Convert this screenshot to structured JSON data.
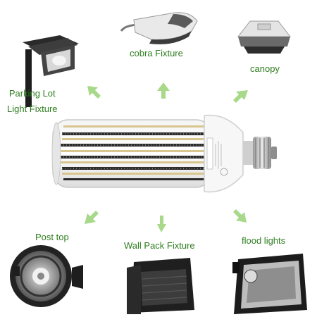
{
  "labels": {
    "cobra": "cobra Fixture",
    "canopy": "canopy",
    "parking_line1": "Parking Lot",
    "parking_line2": "Light Fixture",
    "post_top": "Post top",
    "wall_pack": "Wall Pack Fixture",
    "flood": "flood lights"
  },
  "icons": {
    "bulb": "led-corn-bulb-icon",
    "cobra": "cobra-fixture-icon",
    "canopy": "canopy-fixture-icon",
    "parking": "parking-lot-fixture-icon",
    "post_top": "post-top-fixture-icon",
    "wall_pack": "wall-pack-fixture-icon",
    "flood": "flood-light-icon",
    "arrow": "arrow-icon"
  },
  "colors": {
    "label_green": "#2e7d1f",
    "arrow_green": "#a8d98a"
  }
}
